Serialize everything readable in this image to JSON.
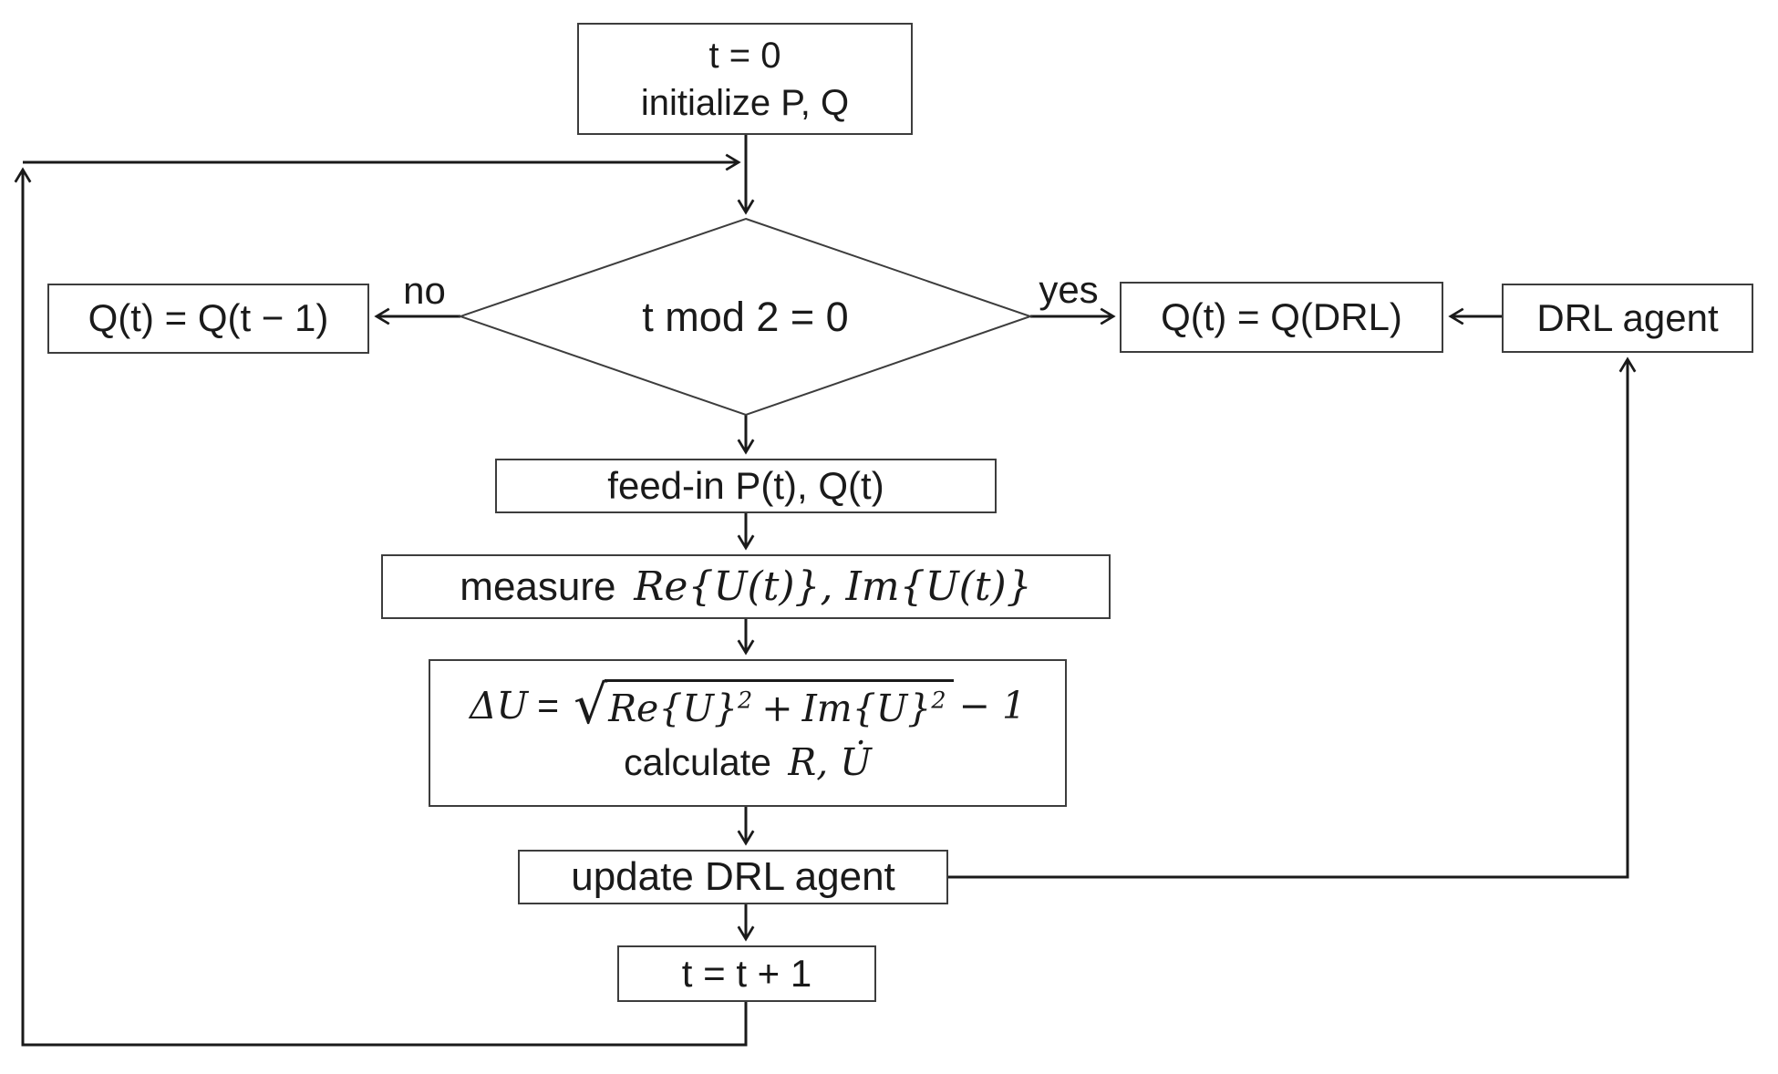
{
  "diagram_type": "flowchart",
  "background": "#ffffff",
  "line_color": "#1a1a1a",
  "nodes": {
    "init": {
      "line1": "t = 0",
      "line2": "initialize P, Q"
    },
    "decision": {
      "label": "t mod 2 = 0"
    },
    "branch_no": {
      "label": "no"
    },
    "branch_yes": {
      "label": "yes"
    },
    "q_prev": {
      "label": "Q(t) = Q(t − 1)"
    },
    "q_drl": {
      "label": "Q(t) = Q(DRL)"
    },
    "drl_agent": {
      "label": "DRL agent"
    },
    "feed_in": {
      "label": "feed-in P(t), Q(t)"
    },
    "measure": {
      "prefix": "measure",
      "math": "Re{U(t)}, Im{U(t)}"
    },
    "delta": {
      "lhs": "ΔU",
      "equals": "=",
      "radical_sign": "√",
      "term1": "Re{U}",
      "sup1": "2",
      "plus": "+",
      "term2": "Im{U}",
      "sup2": "2",
      "tail": "− 1",
      "line2_prefix": "calculate",
      "line2_math": "R, U̇"
    },
    "update": {
      "label": "update DRL agent"
    },
    "increment": {
      "label": "t = t + 1"
    }
  },
  "edges": [
    {
      "from": "init",
      "to": "decision",
      "label": ""
    },
    {
      "from": "decision",
      "to": "q_prev",
      "label": "no"
    },
    {
      "from": "decision",
      "to": "q_drl",
      "label": "yes"
    },
    {
      "from": "drl_agent",
      "to": "q_drl",
      "label": ""
    },
    {
      "from": "decision",
      "to": "feed_in",
      "label": ""
    },
    {
      "from": "feed_in",
      "to": "measure",
      "label": ""
    },
    {
      "from": "measure",
      "to": "delta",
      "label": ""
    },
    {
      "from": "delta",
      "to": "update",
      "label": ""
    },
    {
      "from": "update",
      "to": "increment",
      "label": ""
    },
    {
      "from": "update",
      "to": "drl_agent",
      "label": ""
    },
    {
      "from": "increment",
      "to": "decision",
      "label": ""
    }
  ]
}
